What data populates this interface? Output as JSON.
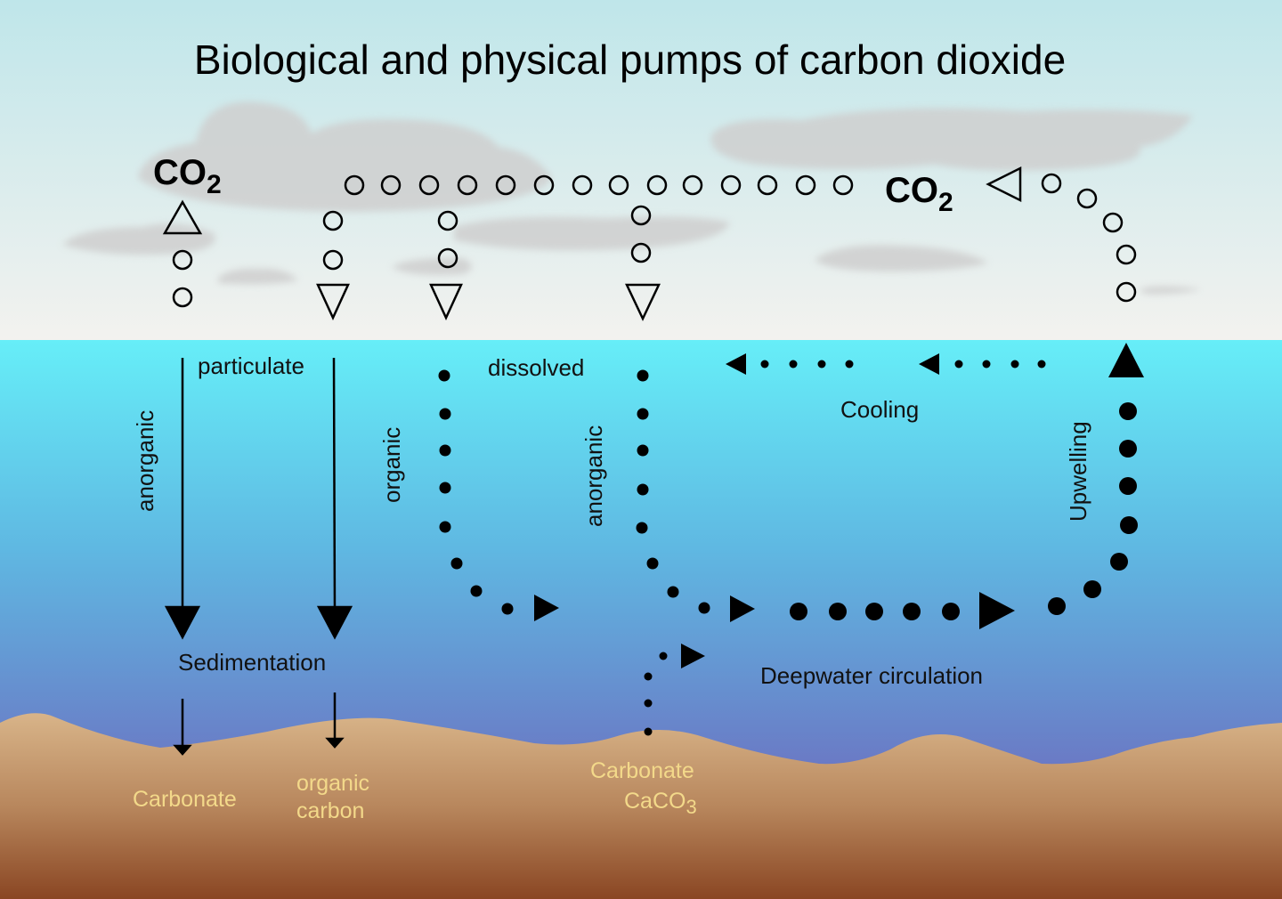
{
  "title": "Biological and physical pumps of carbon dioxide",
  "co2_left": {
    "main": "CO",
    "sub": "2"
  },
  "co2_right": {
    "main": "CO",
    "sub": "2"
  },
  "labels": {
    "particulate": "particulate",
    "dissolved": "dissolved",
    "anorganic_1": "anorganic",
    "organic": "organic",
    "anorganic_2": "anorganic",
    "cooling": "Cooling",
    "upwelling": "Upwelling",
    "sedimentation": "Sedimentation",
    "deepwater": "Deepwater circulation"
  },
  "sediment_labels": {
    "carbonate_1": "Carbonate",
    "organic_carbon_1": "organic",
    "organic_carbon_2": "carbon",
    "carbonate_2": "Carbonate",
    "caco3_main": "CaCO",
    "caco3_sub": "3"
  },
  "colors": {
    "sky_top": "#bfe6ea",
    "sky_bottom": "#f2f2f0",
    "ocean_top": "#66eef8",
    "ocean_bottom": "#6f78c8",
    "sediment_top": "#d9b48a",
    "sediment_bottom": "#8a4a26",
    "sediment_text": "#f3d98a"
  }
}
